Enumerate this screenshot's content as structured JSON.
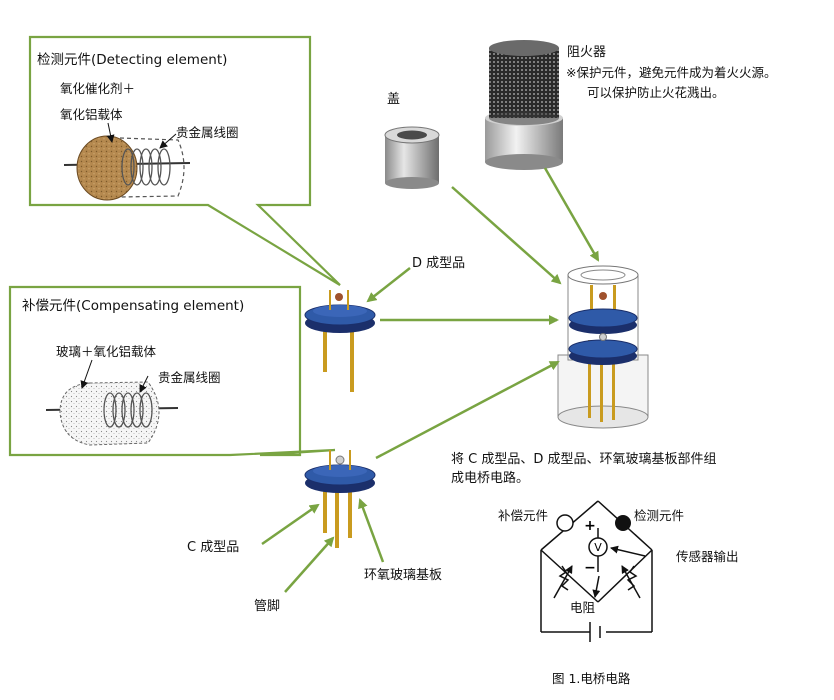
{
  "detecting": {
    "title": "检测元件(Detecting element)",
    "material_line1": "氧化催化剂＋",
    "material_line2": "氧化铝载体",
    "coil": "贵金属线圈"
  },
  "compensating": {
    "title": "补偿元件(Compensating element)",
    "material": "玻璃＋氧化铝载体",
    "coil": "贵金属线圈"
  },
  "flame_arrester": {
    "title": "阻火器",
    "note_line1": "※保护元件，避免元件成为着火火源。",
    "note_line2": "可以保护防止火花溅出。"
  },
  "cap_label": "盖",
  "d_part_label": "D 成型品",
  "c_part_label": "C 成型品",
  "pin_label": "管脚",
  "board_label": "环氧玻璃基板",
  "assembly": {
    "line1": "将 C 成型品、D 成型品、环氧玻璃基板部件组",
    "line2": "成电桥电路。"
  },
  "circuit": {
    "comp_label": "补偿元件",
    "det_label": "检测元件",
    "meter_symbol": "V",
    "plus": "+",
    "minus": "−",
    "sensor_output": "传感器输出",
    "resistor_label": "电阻",
    "caption": "图 1.电桥电路"
  },
  "colors": {
    "arrow": "#79a442",
    "disc_blue": "#2f5aa8",
    "pin_gold": "#c99b1f",
    "ceramic_tan": "#b5894f"
  }
}
